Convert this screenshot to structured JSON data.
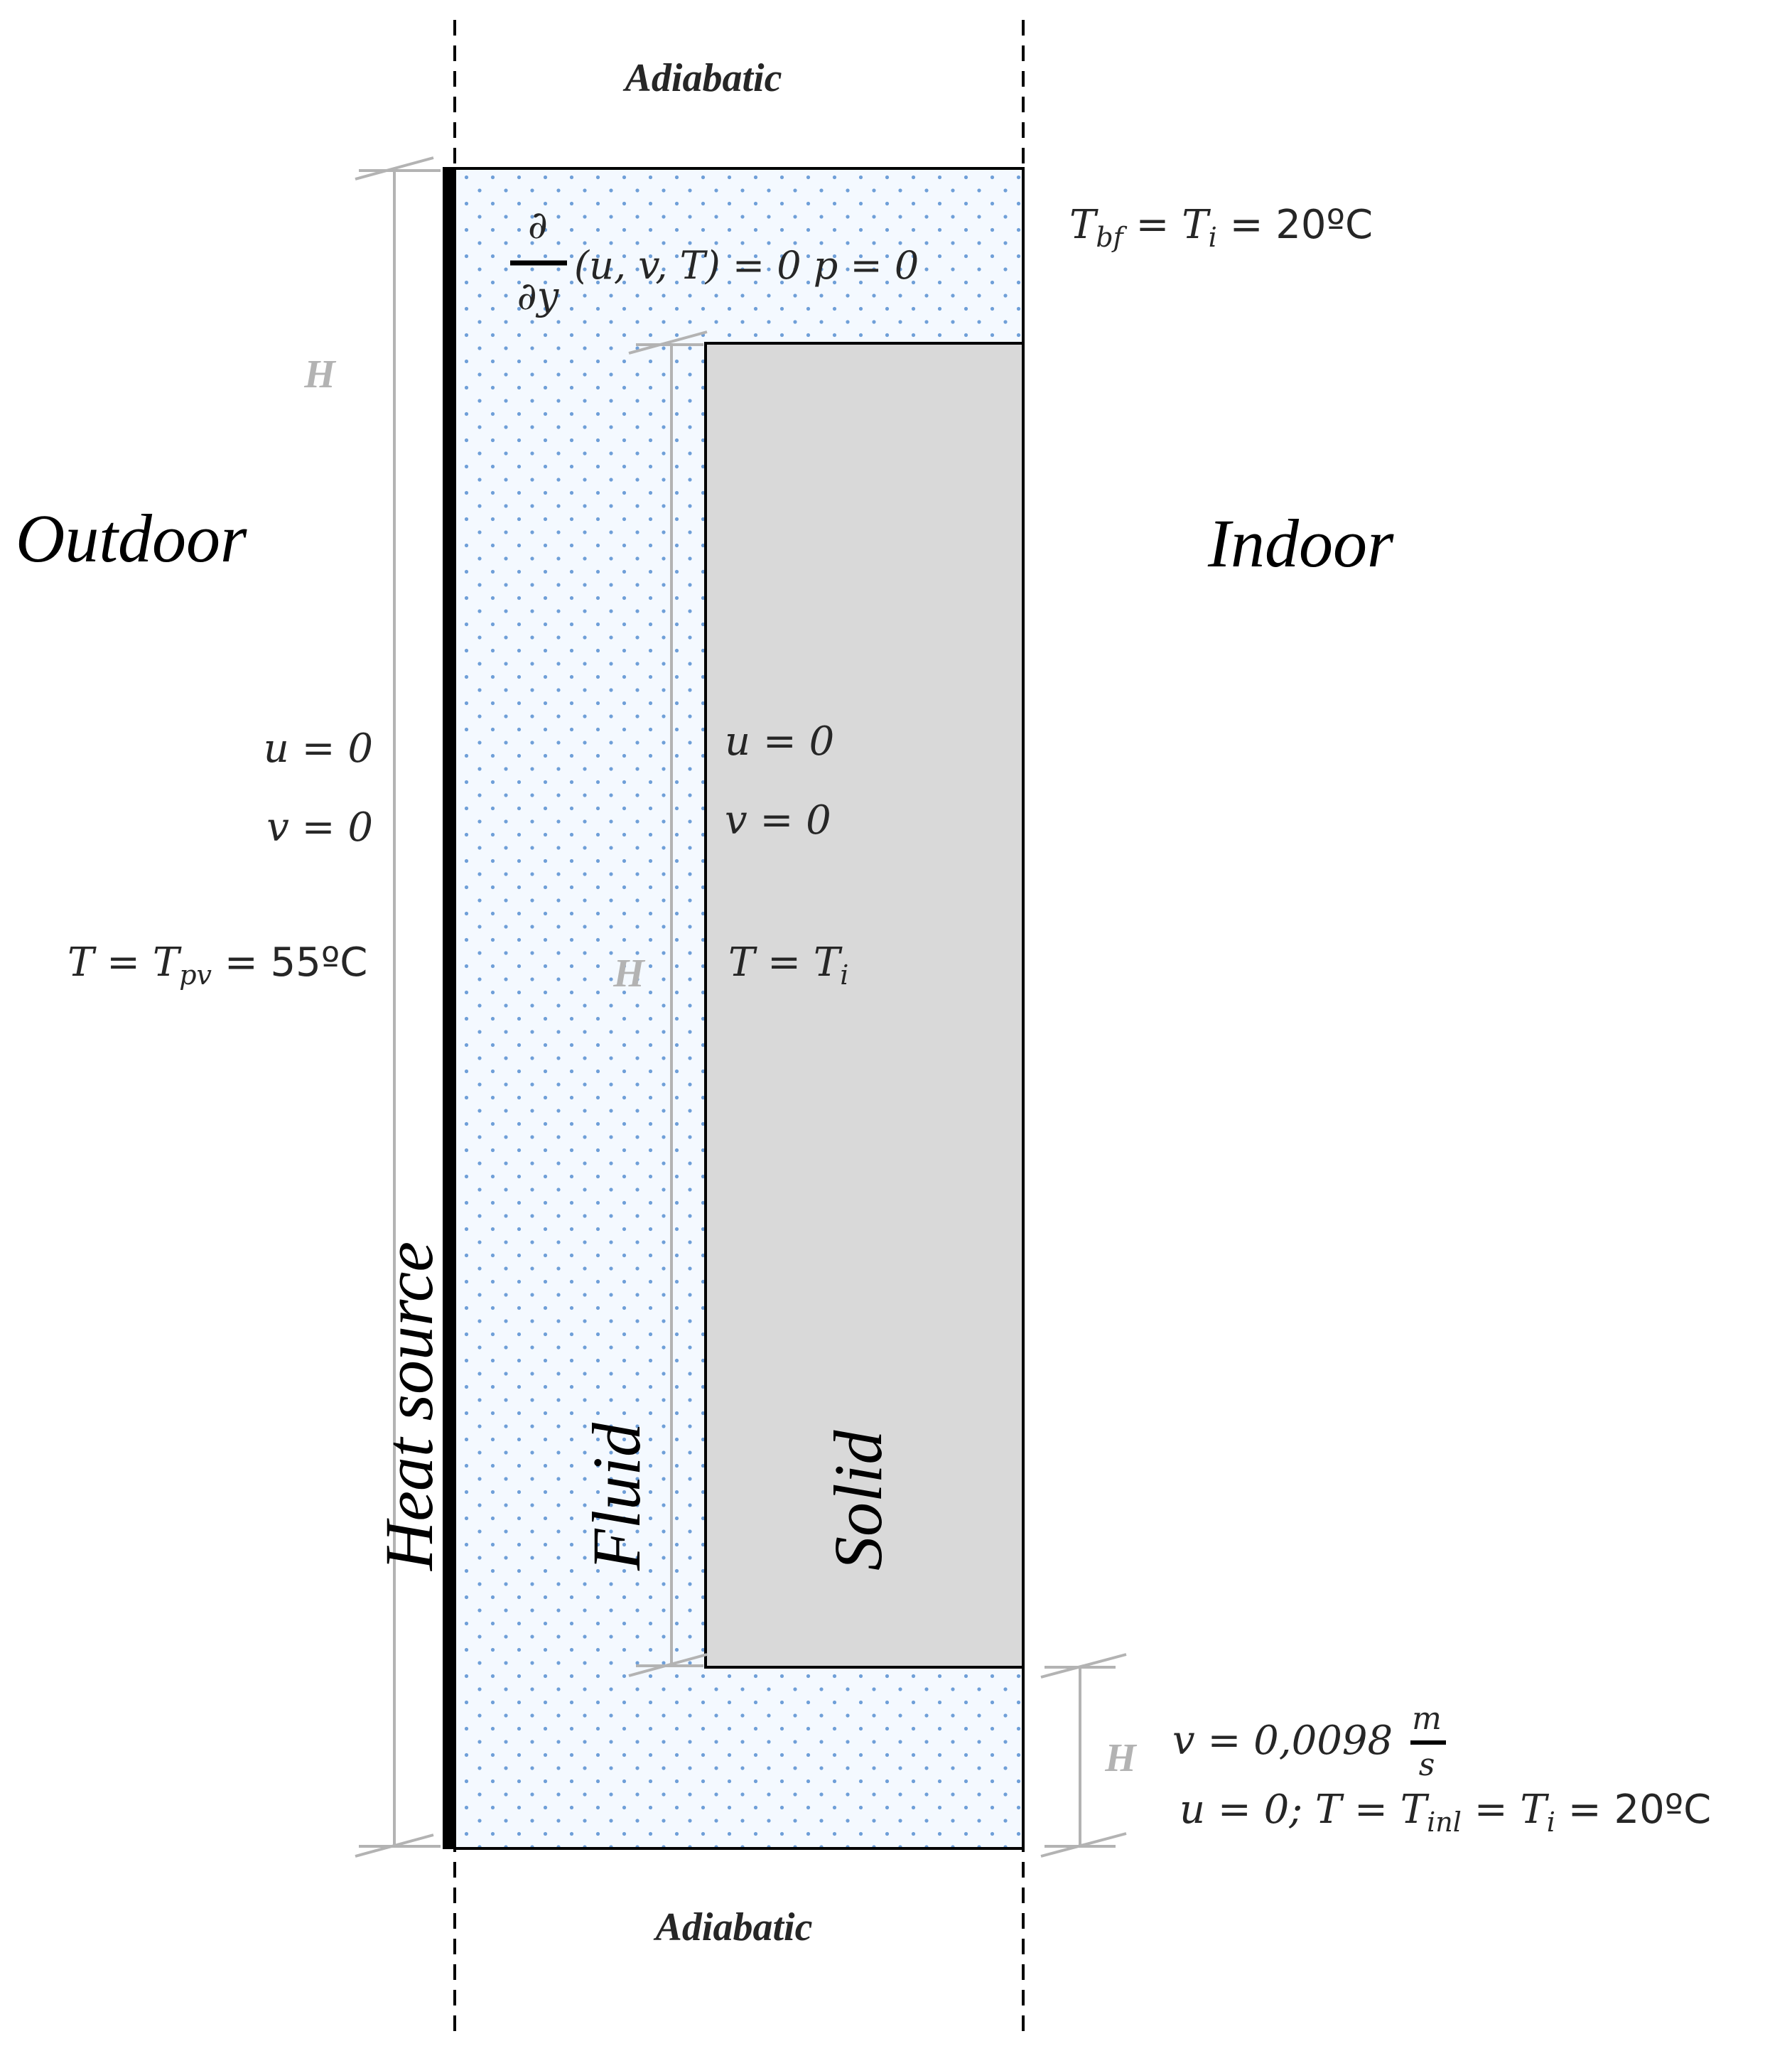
{
  "colors": {
    "fluid_fill": "#f4f9ff",
    "fluid_dots": "#6f9fd8",
    "solid_fill": "#d9d9d9",
    "heat_source": "#000000",
    "dimension_lines": "#b3b3b3",
    "text": "#262626"
  },
  "labels": {
    "adiabatic_top": "Adiabatic",
    "adiabatic_bottom": "Adiabatic",
    "outdoor": "Outdoor",
    "indoor": "Indoor",
    "heat_source": "Heat source",
    "fluid": "Fluid",
    "solid": "Solid"
  },
  "dimensions": {
    "left_h": "H",
    "inner_h": "H",
    "bottom_h": "H"
  },
  "equations": {
    "outlet_partial_num": "∂",
    "outlet_partial_den": "∂y",
    "outlet_rest": "(u, v, T) = 0  p = 0",
    "backflow_T": "T",
    "backflow_sub": "bf",
    "backflow_eq": " = T",
    "backflow_sub_i": "i",
    "backflow_val": " = 20ºC",
    "left_u": "u = 0",
    "left_v": "v = 0",
    "left_T": "T = T",
    "left_T_sub": "pv",
    "left_T_val": " = 55ºC",
    "solid_u": "u = 0",
    "solid_v": "v = 0",
    "solid_T": "T = T",
    "solid_T_sub": "i",
    "inlet_v": "v = 0,0098",
    "inlet_v_num": "m",
    "inlet_v_den": "s",
    "inlet_u_T": "u = 0; T = T",
    "inlet_sub_inl": "inl",
    "inlet_eq_ti": " = T",
    "inlet_sub_i": "i",
    "inlet_val": " = 20ºC"
  }
}
